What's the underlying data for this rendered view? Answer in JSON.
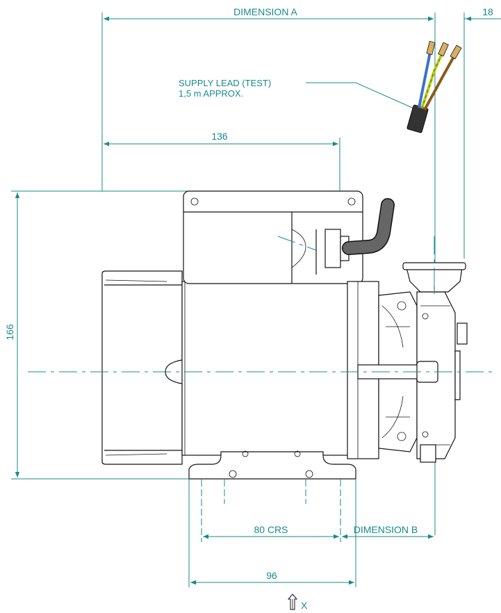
{
  "dimensions": {
    "dimension_a": "DIMENSION A",
    "dimension_b": "DIMENSION B",
    "width_18": "18",
    "length_136": "136",
    "height_166": "166",
    "crs_80": "80  CRS",
    "base_96": "96"
  },
  "supply_lead": {
    "line1": "SUPPLY LEAD (TEST)",
    "line2": "1,5 m APPROX."
  },
  "view_marker": {
    "label": "X"
  },
  "colors": {
    "dimension": "#1a8a8a",
    "outline": "#111111",
    "wire_brown": "#8a5a1a",
    "wire_blue": "#3a6fd8",
    "wire_green_yellow": "#c8c800",
    "cable": "#666666"
  }
}
